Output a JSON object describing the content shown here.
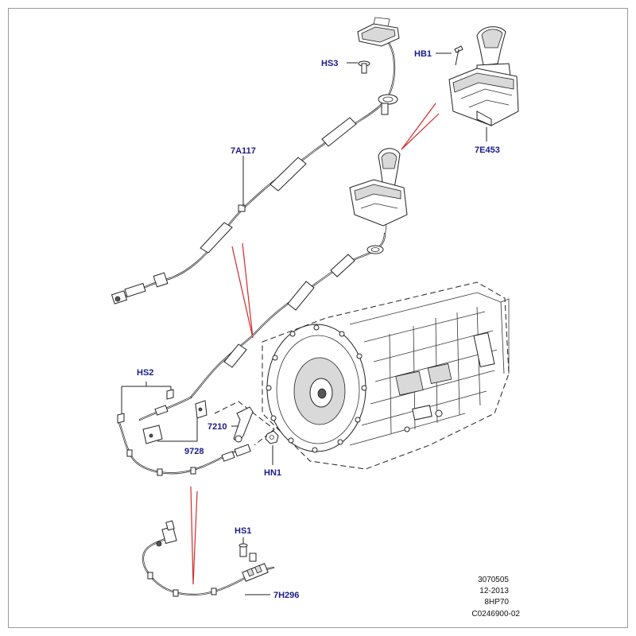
{
  "callouts": {
    "hs3": "HS3",
    "hb1": "HB1",
    "a7117": "7A117",
    "e7453": "7E453",
    "hs2": "HS2",
    "p7210": "7210",
    "p9728": "9728",
    "hn1": "HN1",
    "hs1": "HS1",
    "h7296": "7H296"
  },
  "reference": {
    "line1": "3070505",
    "line2": "12-2013",
    "line3": "8HP70",
    "line4": "C0246900-02"
  },
  "colors": {
    "callout_text": "#1a1a8c",
    "leader_red": "#d42a2a",
    "line_art": "#222222"
  }
}
